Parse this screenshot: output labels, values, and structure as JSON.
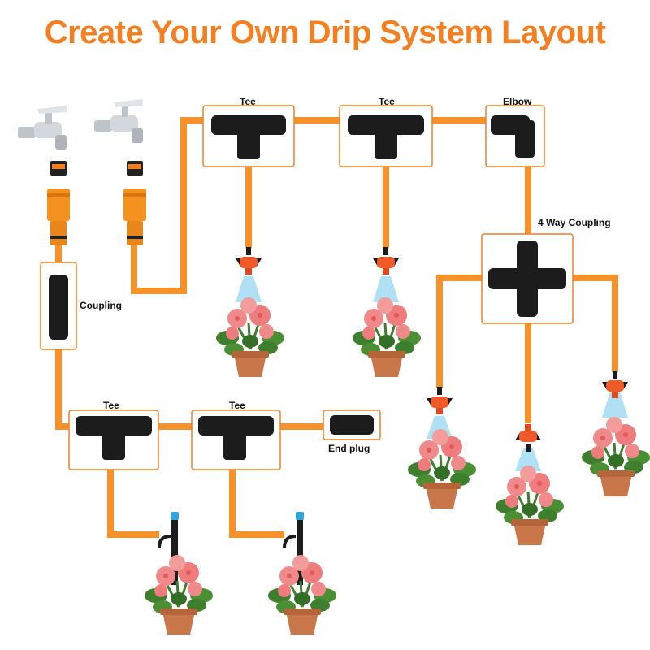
{
  "title": "Create Your Own Drip System Layout",
  "labels": {
    "tee": "Tee",
    "elbow": "Elbow",
    "coupling": "Coupling",
    "four_way": "4 Way Coupling",
    "end_plug": "End plug"
  },
  "colors": {
    "accent": "#F47F20",
    "pipe": "#F7922A",
    "fitting": "#1C1C1C",
    "dripper": "#F05A28",
    "spray": "#8FD3F0",
    "stake_cap": "#2FA3DA",
    "pot": "#C8774A",
    "flower": "#F08A8A",
    "leaf": "#3E7F2E",
    "faucet": "#BFC4C9"
  },
  "icons": {
    "faucet": "faucet-icon",
    "adapter": "hose-adapter-icon",
    "fitting": "fitting-icon",
    "dripper": "dripper-icon",
    "stake": "drip-stake-icon",
    "plant": "potted-plant-icon"
  }
}
